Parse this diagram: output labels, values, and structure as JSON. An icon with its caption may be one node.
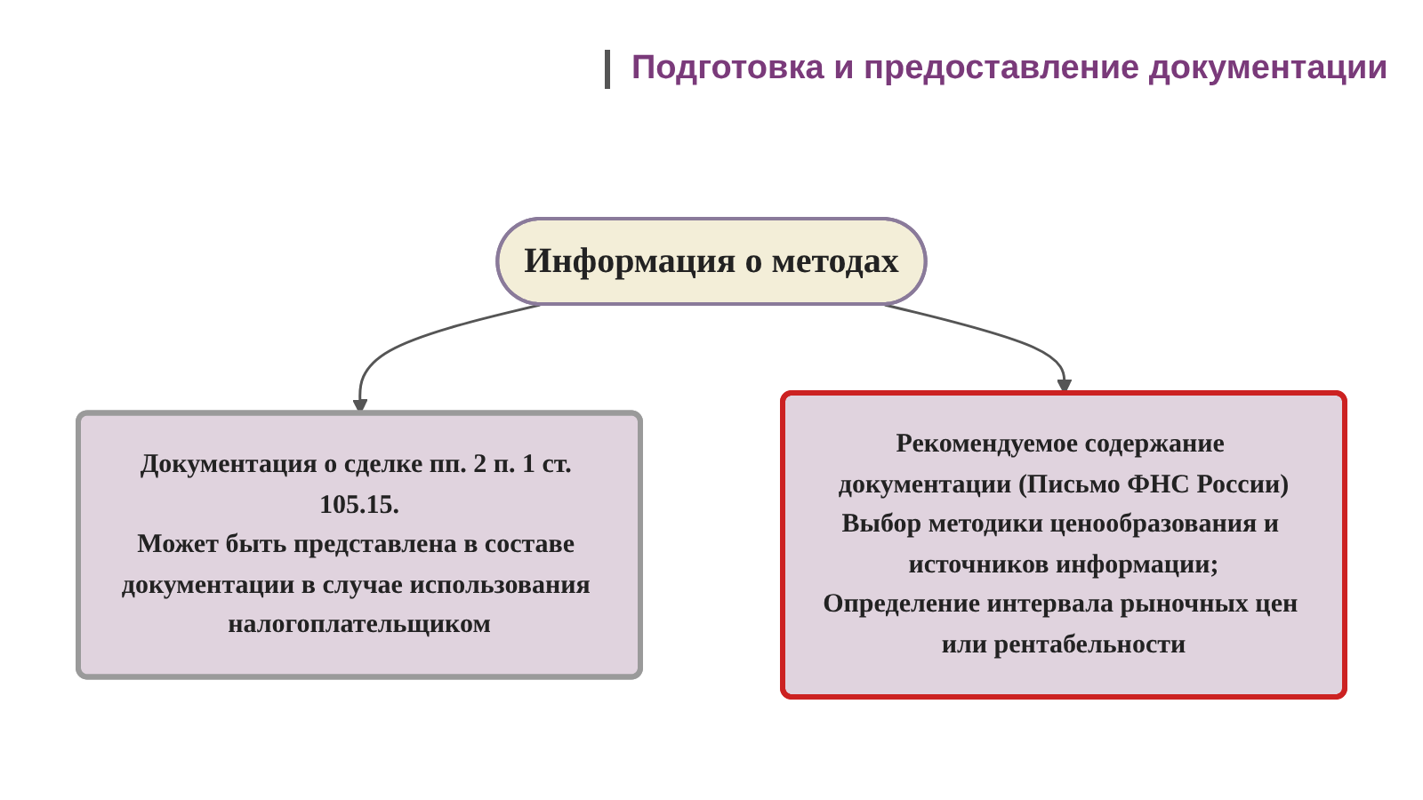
{
  "diagram": {
    "title": "Подготовка и предоставление документации",
    "nodes": [
      {
        "text": [
          "Информация о методах"
        ]
      },
      {
        "text": [
          "Документация о сделке пп. 2 п. 1 ст. 105.15.",
          "Может быть представлена в составе документации в случае использования налогоплательщиком"
        ]
      },
      {
        "text": [
          "Рекомендуемое содержание документации (Письмо ФНС России)",
          "Выбор методики ценообразования и источников информации;",
          "Определение интервала рыночных цен или рентабельности"
        ]
      }
    ],
    "edges": [
      {
        "from": 0,
        "to": 1,
        "arrow": "to"
      },
      {
        "from": 0,
        "to": 2,
        "arrow": "to"
      }
    ]
  }
}
